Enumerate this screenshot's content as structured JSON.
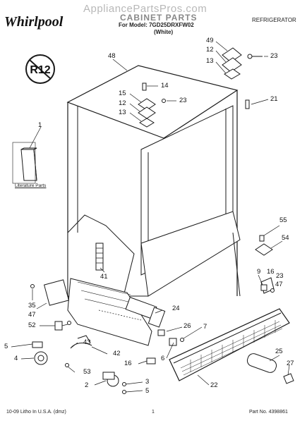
{
  "header": {
    "watermark": "AppliancePartsPros.com",
    "brand": "Whirlpool",
    "title": "CABINET PARTS",
    "model_line": "For Model: 7GD25DRXFW02",
    "color_line": "(White)",
    "category": "REFRIGERATOR"
  },
  "badge": {
    "text": "R12"
  },
  "literature": {
    "label": "Literature Parts"
  },
  "callouts": [
    "48",
    "49",
    "12",
    "13",
    "23",
    "14",
    "15",
    "12",
    "13",
    "23",
    "21",
    "1",
    "55",
    "54",
    "9",
    "16",
    "23",
    "47",
    "41",
    "35",
    "47",
    "52",
    "24",
    "26",
    "7",
    "5",
    "43",
    "42",
    "4",
    "53",
    "16",
    "6",
    "25",
    "27",
    "2",
    "3",
    "5",
    "22"
  ],
  "footer": {
    "left": "10-09 Litho In U.S.A. (dmz)",
    "center": "1",
    "right": "Part No. 4398861"
  },
  "colors": {
    "line": "#1a1a1a",
    "watermark": "#b8b8b8",
    "title": "#888888"
  }
}
